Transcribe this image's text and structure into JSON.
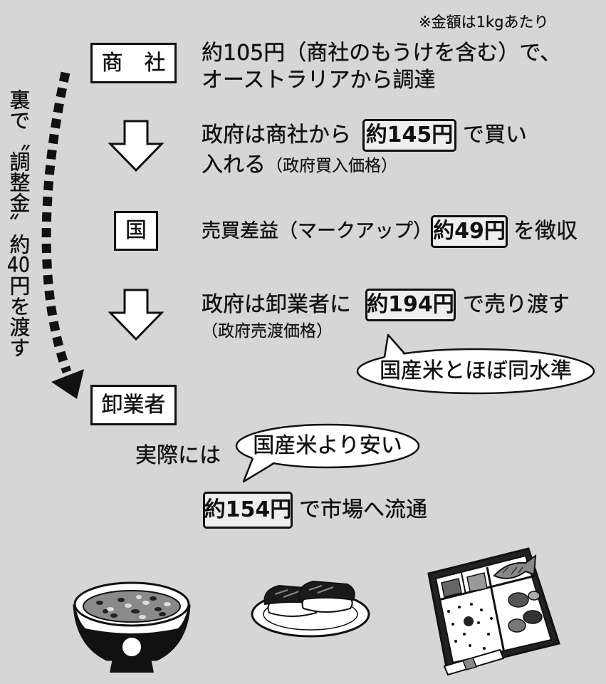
{
  "note": "※金額は1kgあたり",
  "side_label": {
    "before": "裏で〝調整金〟約",
    "number": "40",
    "after": "円を渡す"
  },
  "nodes": {
    "trading_company": "商　社",
    "government": "国",
    "wholesaler": "卸業者"
  },
  "steps": {
    "procure": {
      "line1": "約105円（商社のもうけを含む）で、",
      "line2": "オーストラリアから調達"
    },
    "buy": {
      "pre": "政府は商社から",
      "price": "約145円",
      "post": "で買い",
      "line2": "入れる",
      "note": "（政府買入価格）"
    },
    "markup": {
      "pre": "売買差益（マークアップ）",
      "price": "約49円",
      "post": "を徴収"
    },
    "sell": {
      "pre": "政府は卸業者に",
      "price": "約194円",
      "post": "で売り渡す",
      "note": "（政府売渡価格）"
    },
    "market": {
      "lead": "実際には",
      "price": "約154円",
      "post": "で市場へ流通"
    }
  },
  "bubbles": {
    "sell_comment": "国産米とほぼ同水準",
    "market_comment": "国産米より安い"
  },
  "icons": [
    "down-arrow-icon",
    "dashed-arrow-icon",
    "rice-bowl-icon",
    "sushi-icon",
    "bento-icon"
  ],
  "colors": {
    "background": "#d6d6d6",
    "box": "#ffffff",
    "ink": "#111111"
  }
}
